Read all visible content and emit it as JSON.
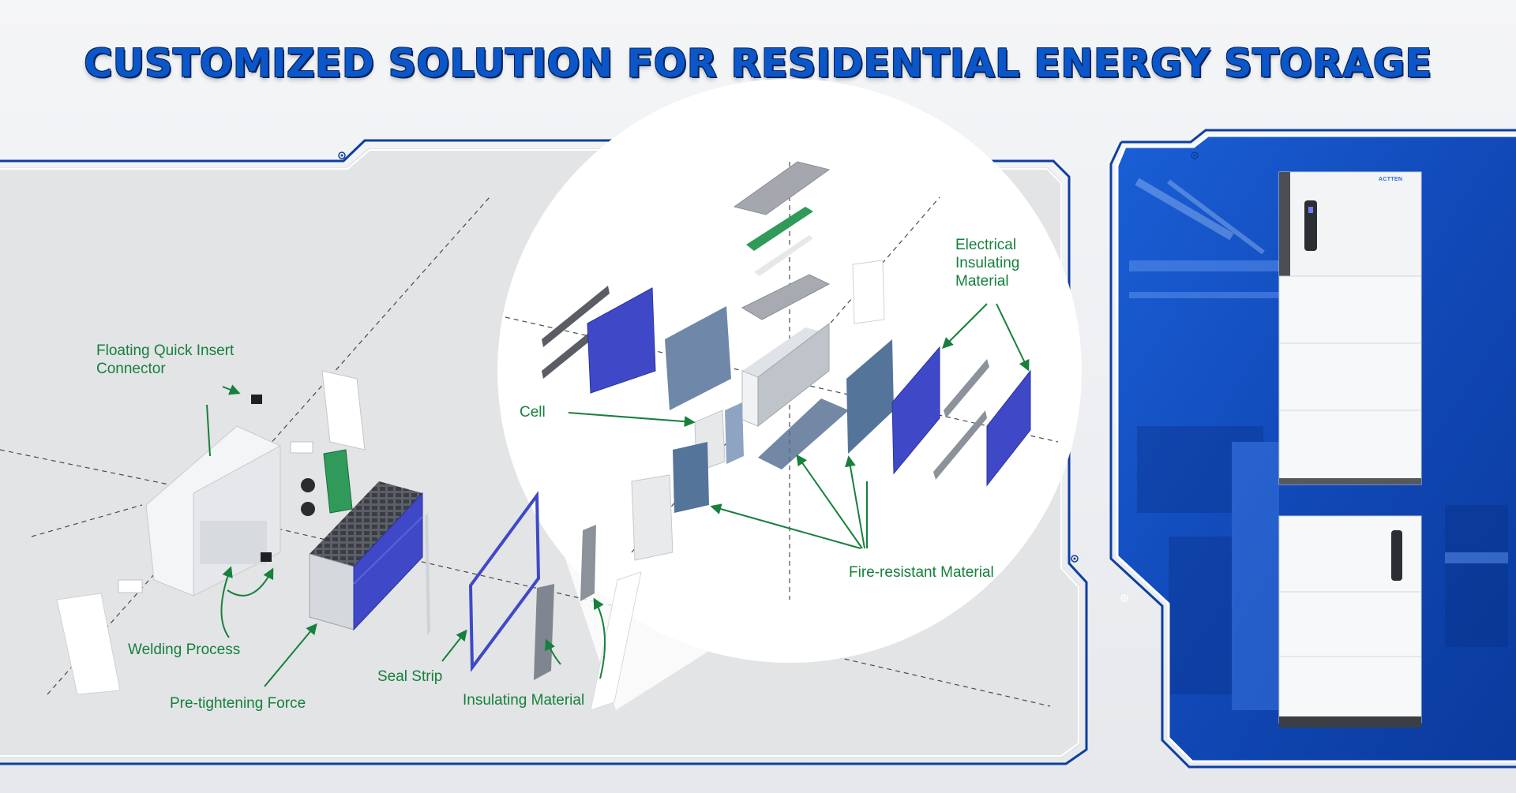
{
  "title": "CUSTOMIZED SOLUTION FOR RESIDENTIAL ENERGY STORAGE",
  "labels": {
    "floating_connector": "Floating Quick Insert Connector",
    "welding_process": "Welding Process",
    "pretightening_force": "Pre-tightening Force",
    "seal_strip": "Seal Strip",
    "insulating_material": "Insulating Material",
    "cell": "Cell",
    "electrical_insulating": "Electrical Insulating Material",
    "fire_resistant": "Fire-resistant Material"
  },
  "product": {
    "brand": "ACTTEN"
  },
  "colors": {
    "title_blue": "#0b57c9",
    "frame_blue": "#0e3fa0",
    "label_green": "#16803c",
    "panel_blue": "#3f49c8"
  }
}
